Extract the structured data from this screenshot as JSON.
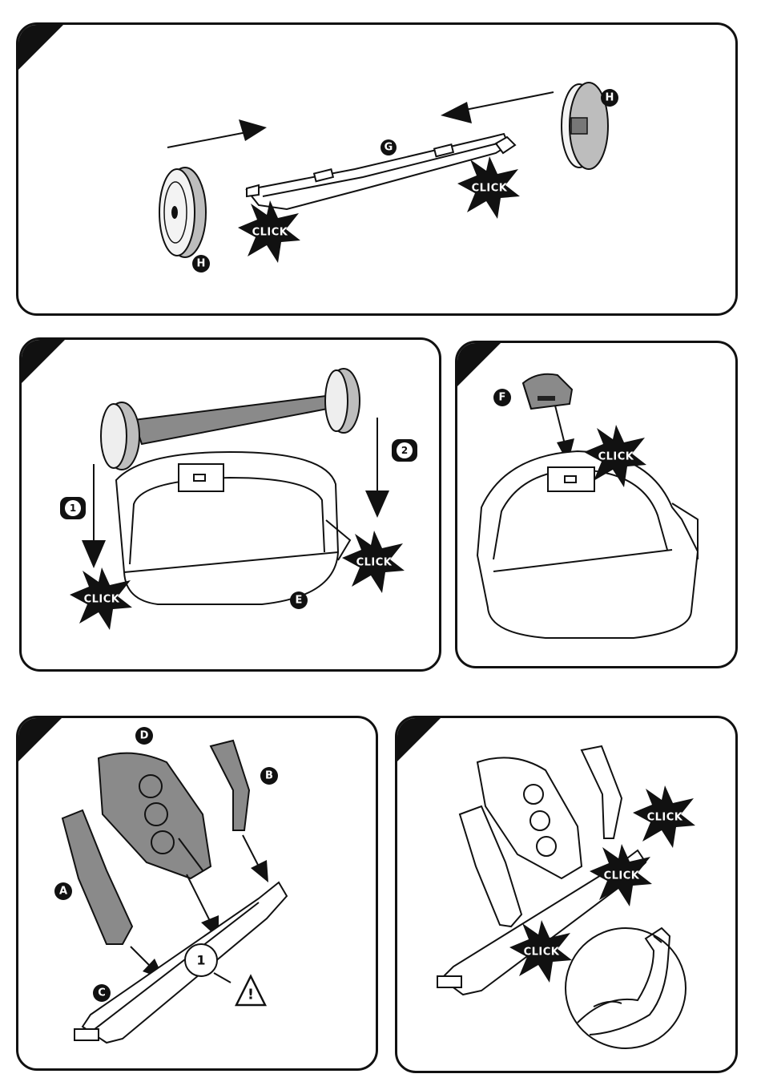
{
  "labels": {
    "A": "A",
    "B": "B",
    "C": "C",
    "D": "D",
    "E": "E",
    "F": "F",
    "G": "G",
    "H": "H",
    "step1": "1",
    "step2": "2",
    "warning": "!",
    "engraved": "1"
  },
  "click": "CLICK",
  "colors": {
    "ink": "#111111",
    "part_gray": "#8a8a8a",
    "light_gray": "#bdbdbd"
  }
}
